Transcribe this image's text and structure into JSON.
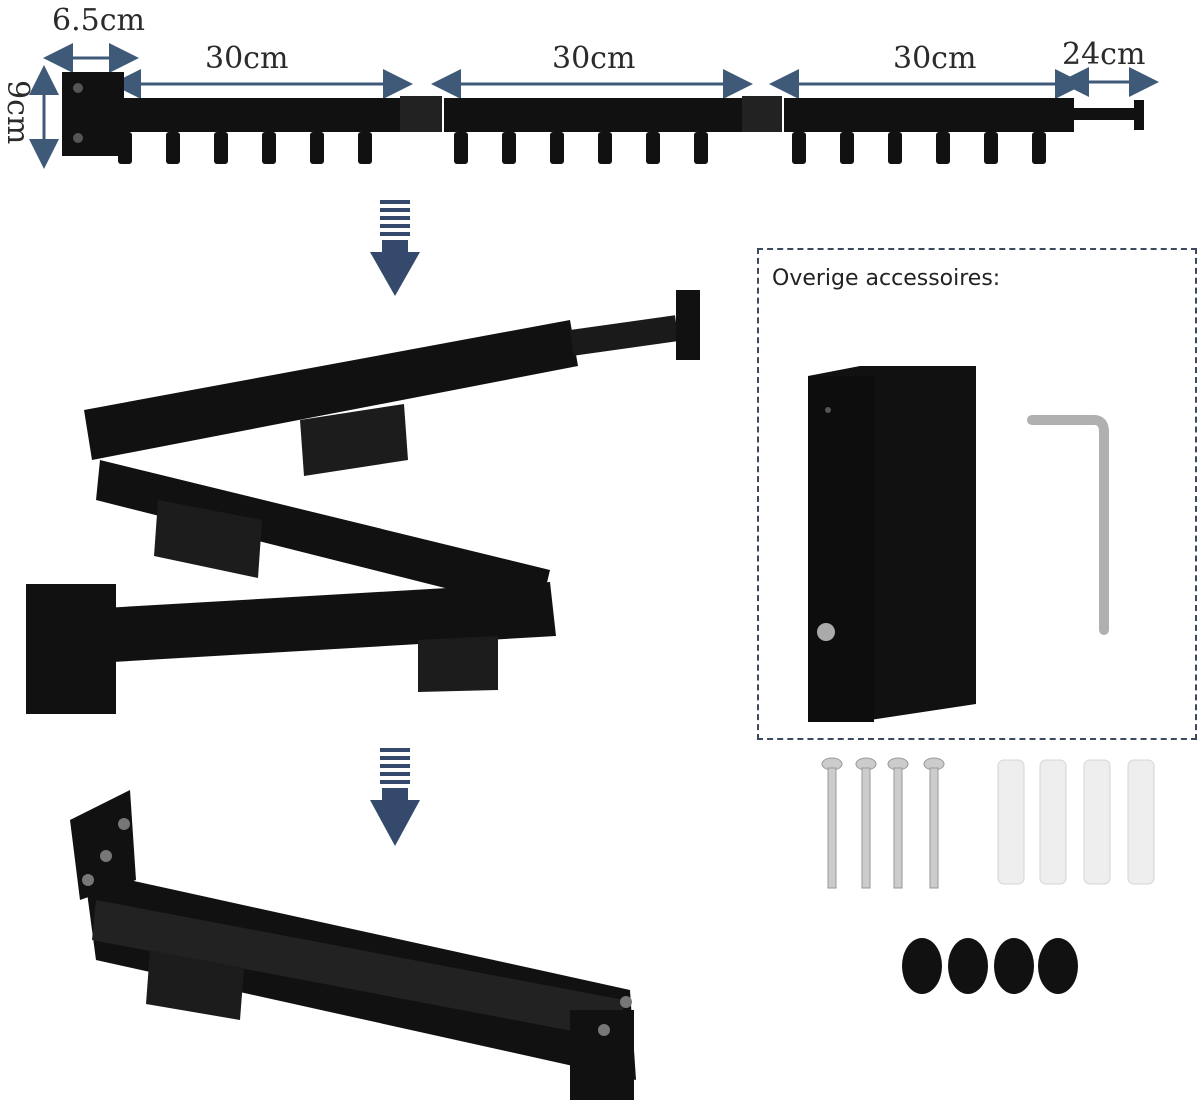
{
  "dimensions": {
    "bracket_width": "6.5cm",
    "bar1_length": "30cm",
    "bar2_length": "30cm",
    "bar3_length": "30cm",
    "extension_length": "24cm",
    "height": "9cm"
  },
  "accessories": {
    "title": "Overige accessoires:"
  },
  "colors": {
    "arrow": "#34496b",
    "metal": "#111111",
    "dim_arrow": "#3f5a78"
  }
}
